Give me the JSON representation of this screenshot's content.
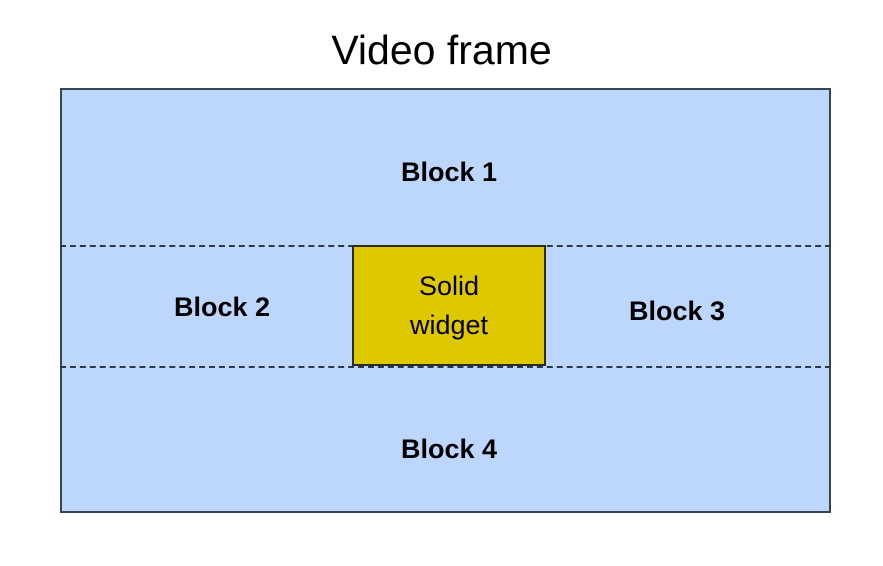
{
  "diagram": {
    "title": "Video frame",
    "colors": {
      "frame_fill": "#bdd7fc",
      "frame_border": "#36454f",
      "divider": "#2b3a4a",
      "widget_fill": "#dec800",
      "widget_border": "#2b2b20",
      "text": "#000000",
      "background": "#ffffff"
    },
    "frame": {
      "blocks": [
        {
          "id": "block-1",
          "label": "Block 1"
        },
        {
          "id": "block-2",
          "label": "Block 2"
        },
        {
          "id": "block-3",
          "label": "Block 3"
        },
        {
          "id": "block-4",
          "label": "Block 4"
        }
      ],
      "dividers": [
        {
          "id": "top-divider",
          "style": "dashed"
        },
        {
          "id": "bottom-divider",
          "style": "dashed"
        }
      ],
      "widget": {
        "line1": "Solid",
        "line2": "widget"
      }
    }
  }
}
